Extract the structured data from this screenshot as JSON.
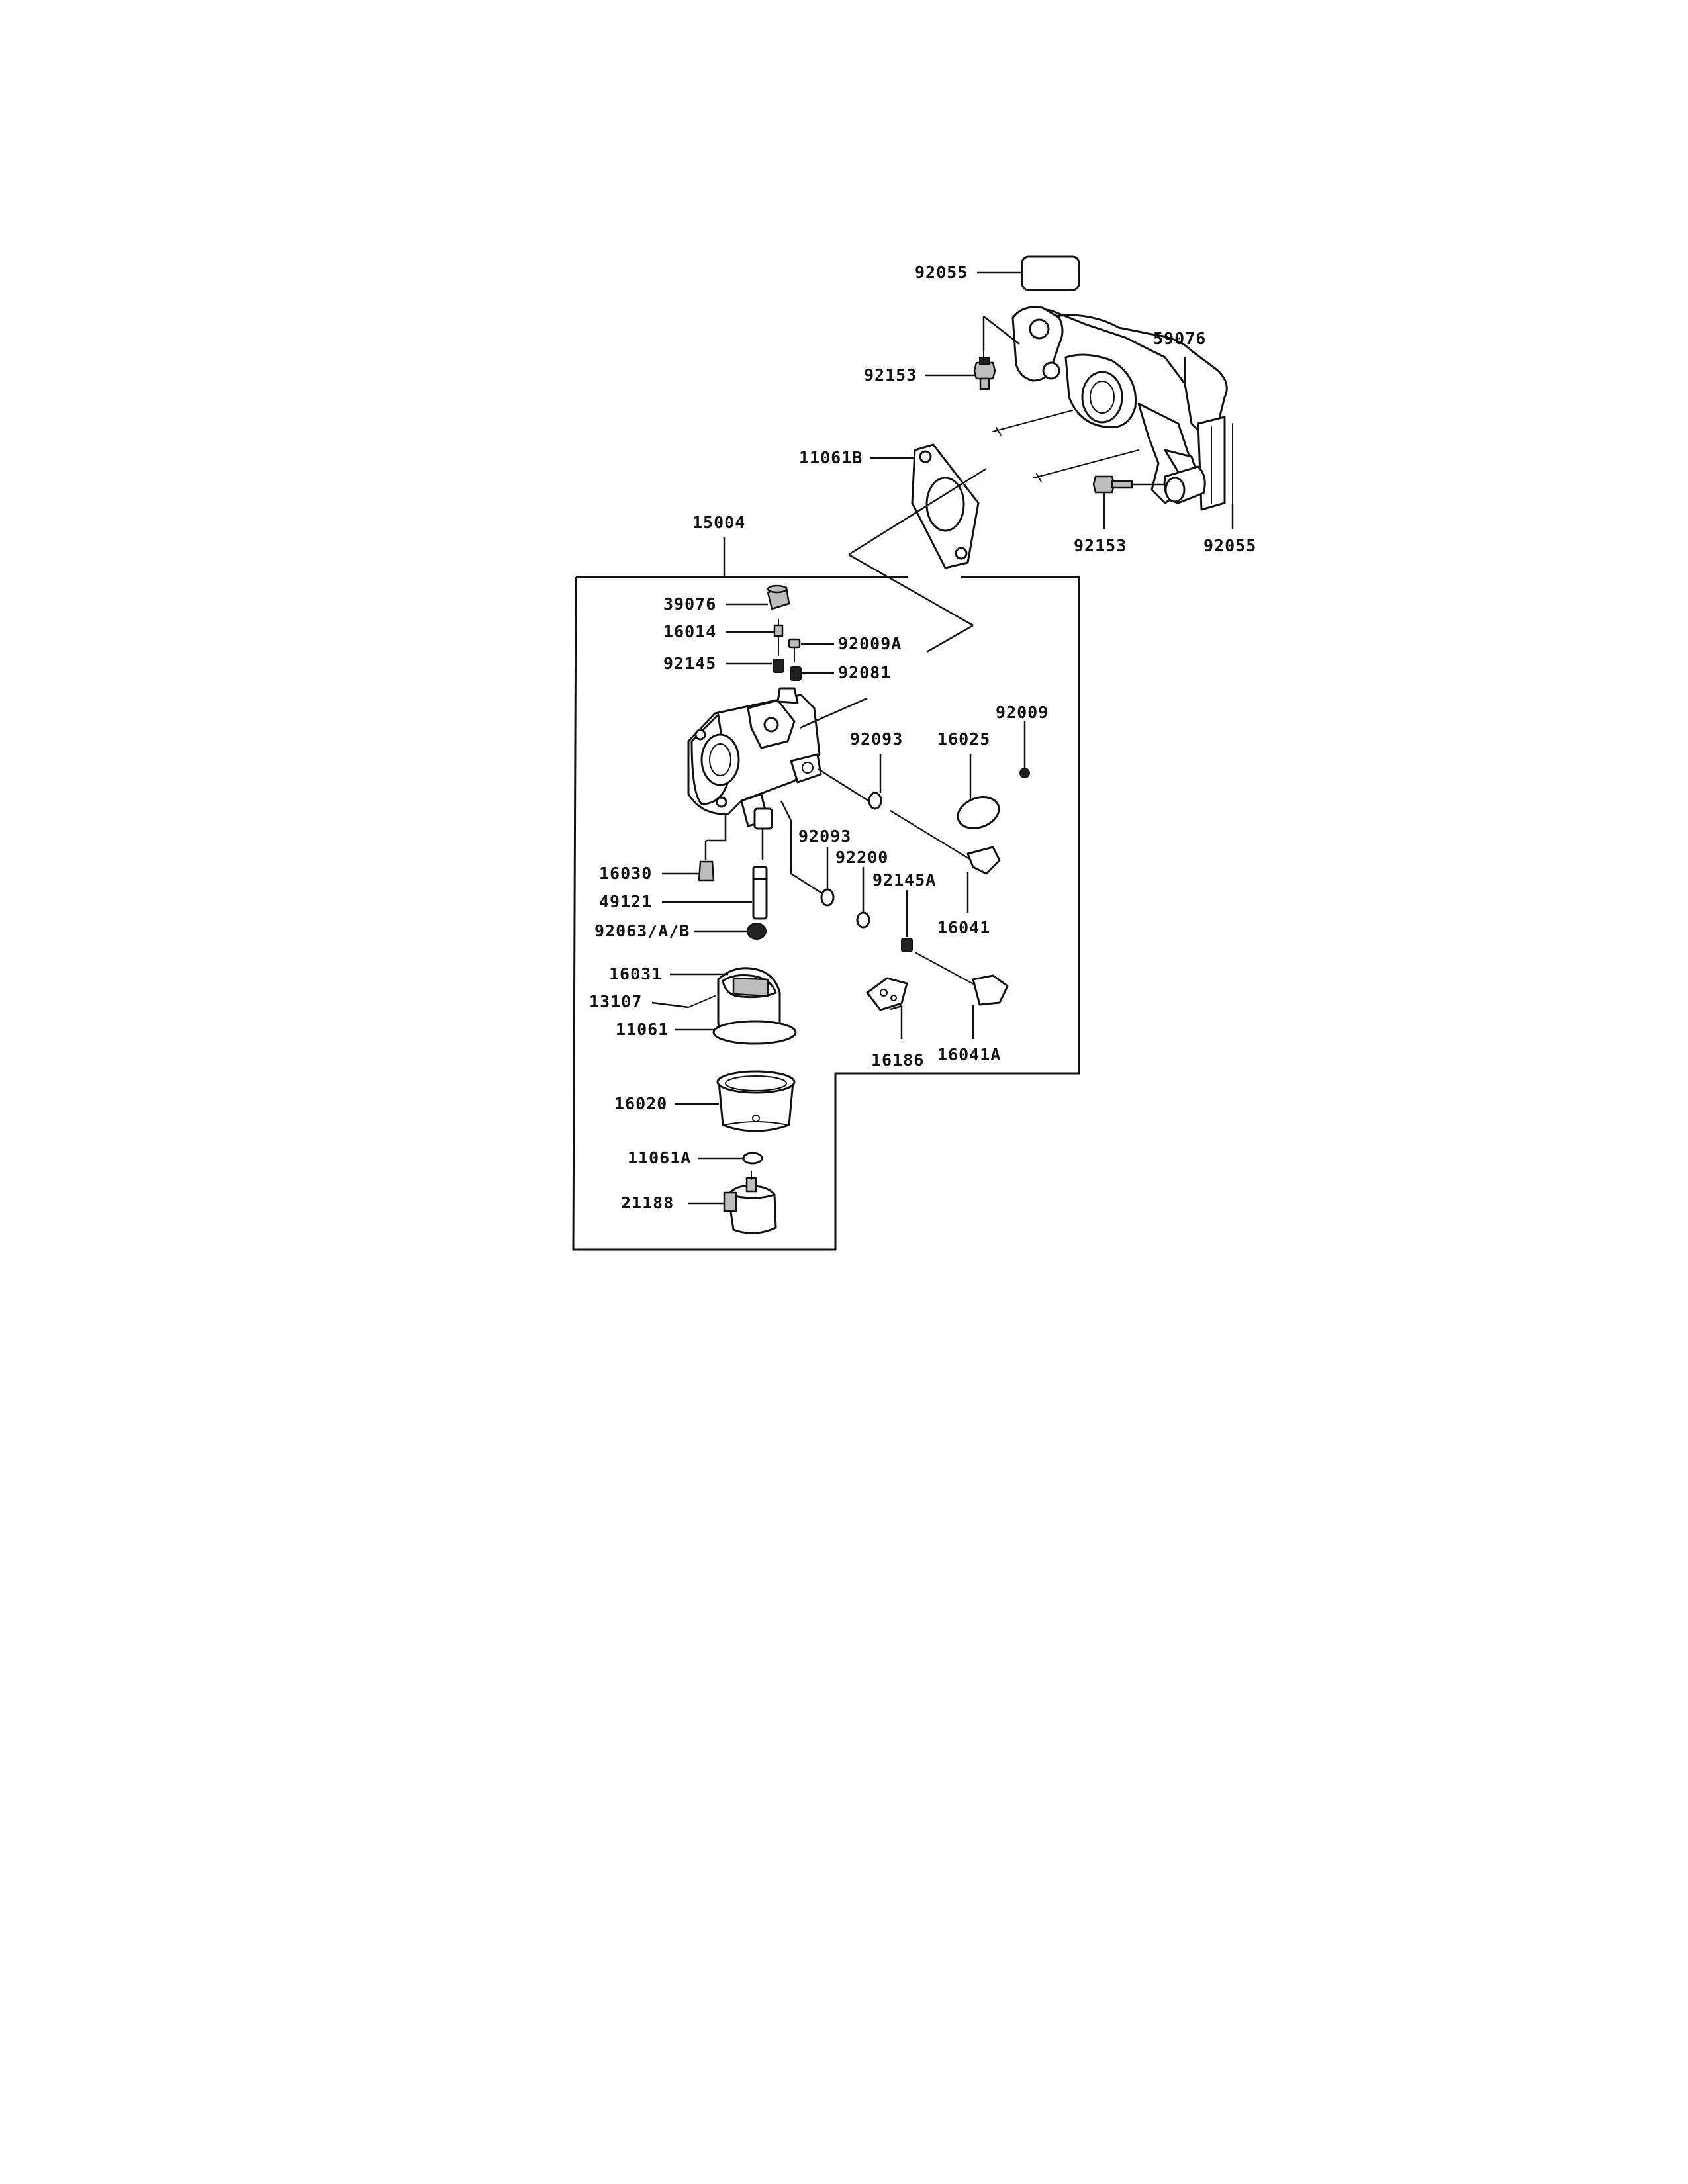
{
  "parts": {
    "p92055_top": "92055",
    "p59076": "59076",
    "p92153_left": "92153",
    "p11061B": "11061B",
    "p92153_right": "92153",
    "p92055_right": "92055",
    "p15004": "15004",
    "p39076": "39076",
    "p16014": "16014",
    "p92009A": "92009A",
    "p92145": "92145",
    "p92081": "92081",
    "p92009": "92009",
    "p92093_top": "92093",
    "p16025": "16025",
    "p92093_bottom": "92093",
    "p92200": "92200",
    "p92145A": "92145A",
    "p16030": "16030",
    "p49121": "49121",
    "p16041": "16041",
    "p92063AB": "92063/A/B",
    "p16031": "16031",
    "p13107": "13107",
    "p11061": "11061",
    "p16186": "16186",
    "p16041A": "16041A",
    "p16020": "16020",
    "p11061A": "11061A",
    "p21188": "21188"
  }
}
